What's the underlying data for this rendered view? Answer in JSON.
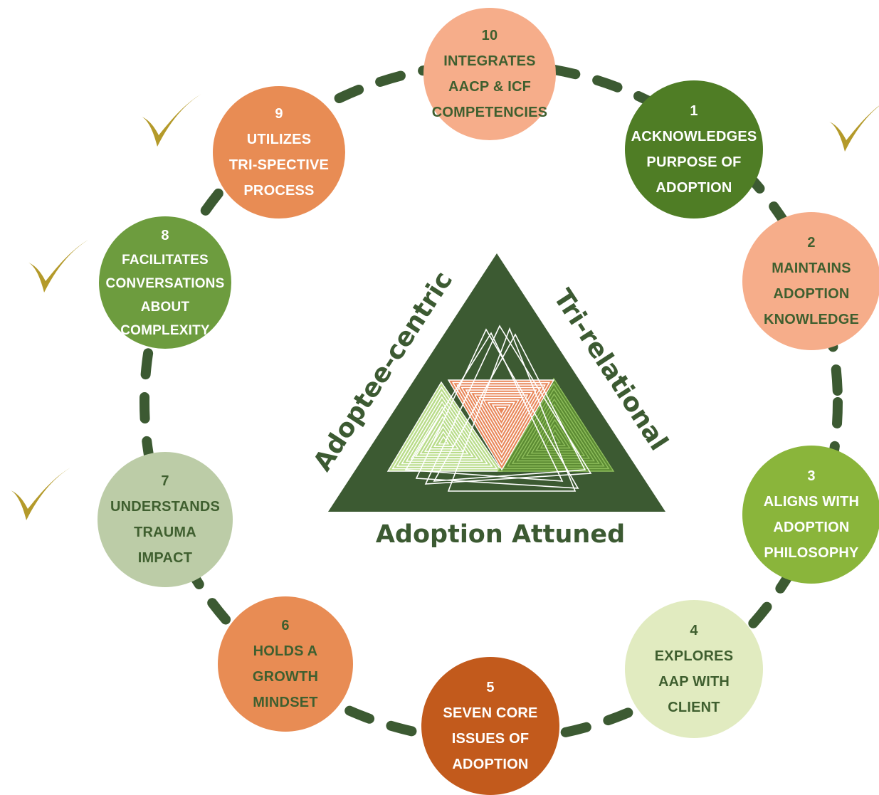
{
  "diagram": {
    "center": {
      "left_label": "Adoptee-centric",
      "right_label": "Tri-relational",
      "bottom_label": "Adoption Attuned"
    },
    "colors": {
      "dark_green": "#3c5a32",
      "dash_green": "#3c5a32",
      "check_gold": "#b49a2a",
      "text_dark_green": "#3f5f2f",
      "text_white": "#ffffff"
    },
    "items": [
      {
        "number": "1",
        "lines": [
          "ACKNOWLEDGES",
          "PURPOSE OF",
          "ADOPTION"
        ],
        "fill": "#4f7d25",
        "text_color": "#ffffff",
        "checked": true
      },
      {
        "number": "2",
        "lines": [
          "MAINTAINS",
          "ADOPTION",
          "KNOWLEDGE"
        ],
        "fill": "#f6ad8a",
        "text_color": "#3f5f2f",
        "checked": false
      },
      {
        "number": "3",
        "lines": [
          "ALIGNS WITH",
          "ADOPTION",
          "PHILOSOPHY"
        ],
        "fill": "#8ab53b",
        "text_color": "#ffffff",
        "checked": false
      },
      {
        "number": "4",
        "lines": [
          "EXPLORES",
          "AAP WITH",
          "CLIENT"
        ],
        "fill": "#e1ebc0",
        "text_color": "#3f5f2f",
        "checked": false
      },
      {
        "number": "5",
        "lines": [
          "SEVEN CORE",
          "ISSUES OF",
          "ADOPTION"
        ],
        "fill": "#c25a1c",
        "text_color": "#ffffff",
        "checked": false
      },
      {
        "number": "6",
        "lines": [
          "HOLDS A",
          "GROWTH",
          "MINDSET"
        ],
        "fill": "#e88c54",
        "text_color": "#3f5f2f",
        "checked": false
      },
      {
        "number": "7",
        "lines": [
          "UNDERSTANDS",
          "TRAUMA",
          "IMPACT"
        ],
        "fill": "#bccca7",
        "text_color": "#3f5f2f",
        "checked": true
      },
      {
        "number": "8",
        "lines": [
          "FACILITATES",
          "CONVERSATIONS",
          "ABOUT",
          "COMPLEXITY"
        ],
        "fill": "#6d9c3e",
        "text_color": "#ffffff",
        "checked": true
      },
      {
        "number": "9",
        "lines": [
          "UTILIZES",
          "TRI-SPECTIVE",
          "PROCESS"
        ],
        "fill": "#e88c54",
        "text_color": "#ffffff",
        "checked": true
      },
      {
        "number": "10",
        "lines": [
          "INTEGRATES",
          "AACP & ICF",
          "COMPETENCIES"
        ],
        "fill": "#f6ad8a",
        "text_color": "#3f5f2f",
        "checked": false
      }
    ]
  }
}
